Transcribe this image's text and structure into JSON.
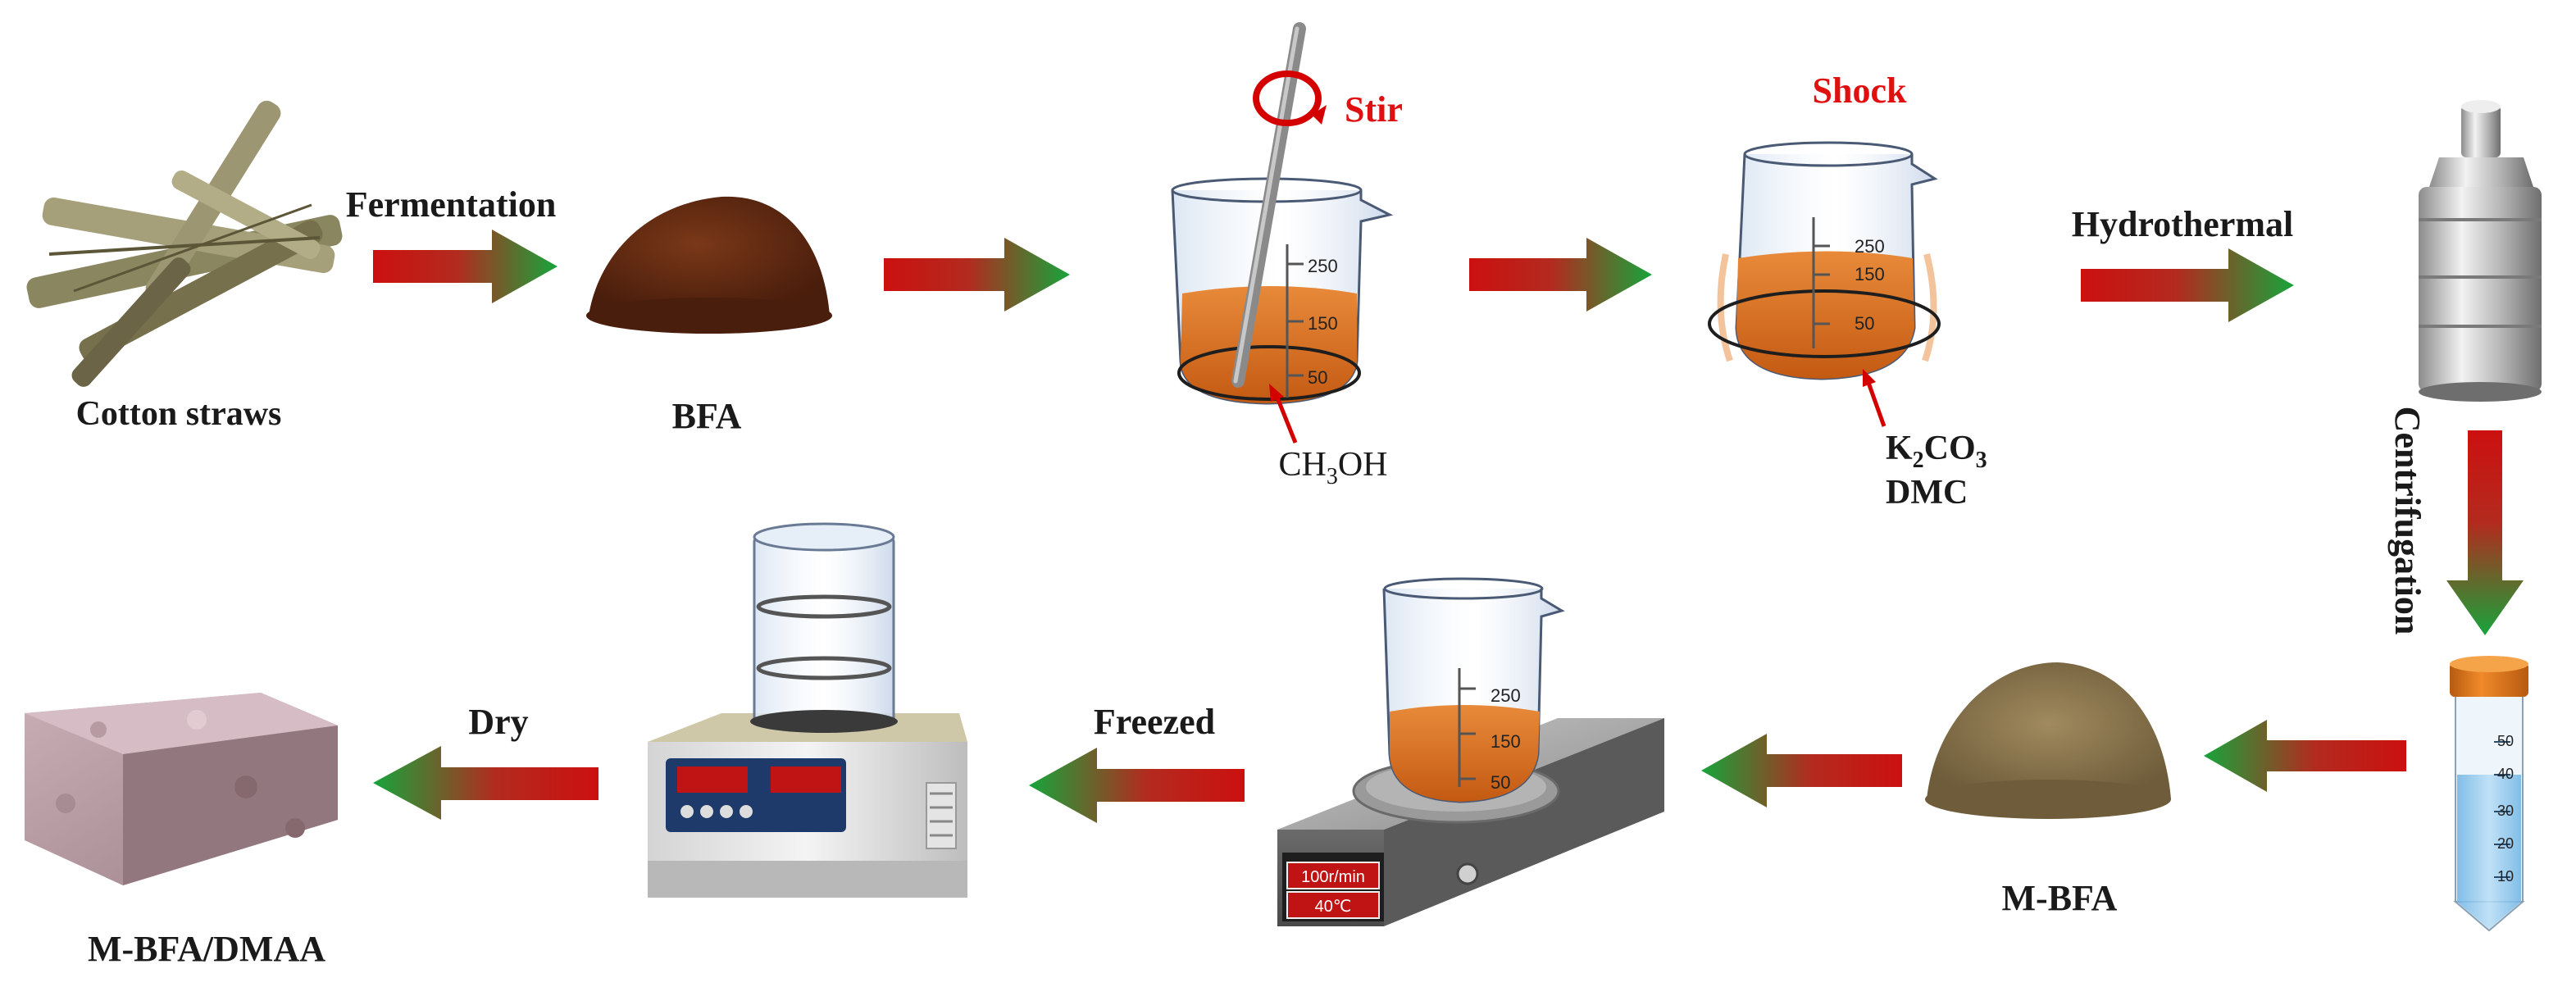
{
  "labels": {
    "cotton_straws": "Cotton straws",
    "fermentation": "Fermentation",
    "bfa": "BFA",
    "stir": "Stir",
    "methanol": "CH",
    "methanol_sub": "3",
    "methanol_tail": "OH",
    "shock": "Shock",
    "k2co3_k": "K",
    "k2co3_sub1": "2",
    "k2co3_co": "CO",
    "k2co3_sub2": "3",
    "dmc": "DMC",
    "hydrothermal": "Hydrothermal",
    "centrifugation": "Centrifugation",
    "m_bfa": "M-BFA",
    "freezed": "Freezed",
    "dry": "Dry",
    "m_bfa_dmaa": "M-BFA/DMAA"
  },
  "beaker_scale": {
    "top": "250",
    "mid": "150",
    "low": "50"
  },
  "stirrer_display": {
    "speed": "100r/min",
    "temperature": "40℃"
  },
  "tube_scale": [
    "50",
    "40",
    "30",
    "20",
    "10"
  ],
  "colors": {
    "arrow_red": "#cc1010",
    "arrow_green": "#17a43a",
    "liquid": "#d2691e",
    "label_red": "#e01010"
  }
}
